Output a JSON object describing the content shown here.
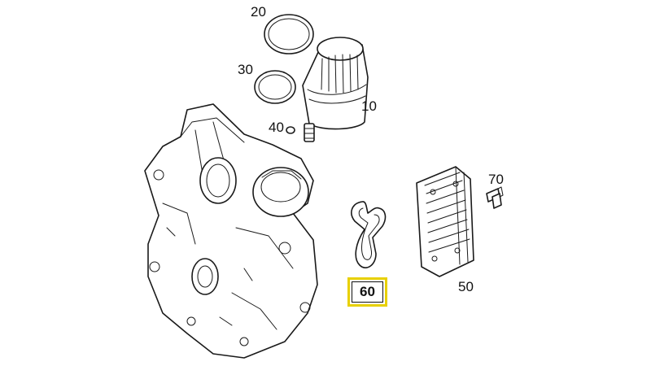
{
  "callouts": {
    "c10": "10",
    "c20": "20",
    "c30": "30",
    "c40": "40",
    "c50": "50",
    "c60": "60",
    "c70": "70"
  },
  "highlight": {
    "label": "60",
    "border_color": "#e8d000"
  }
}
